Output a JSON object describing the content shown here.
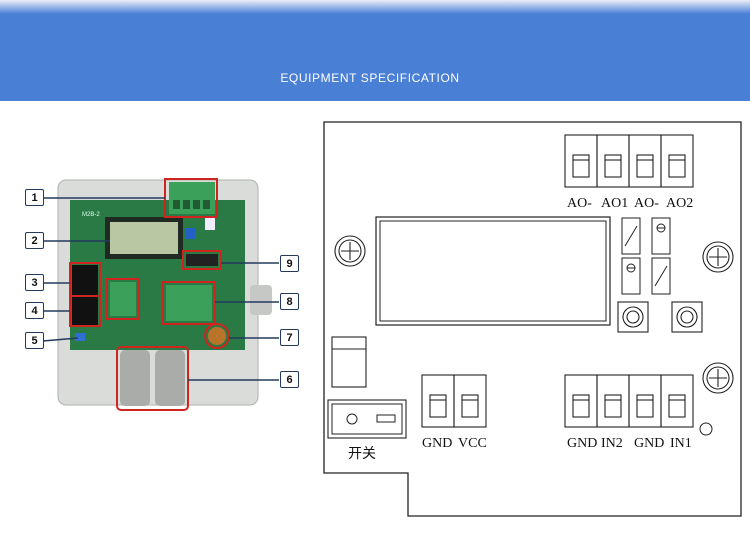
{
  "header": {
    "title": "EQUIPMENT SPECIFICATION",
    "banner_color": "#4a7fd6"
  },
  "photo": {
    "callouts": [
      "1",
      "2",
      "3",
      "4",
      "5",
      "6",
      "7",
      "8",
      "9"
    ],
    "board_marking": "M2B-2"
  },
  "diagram": {
    "top_terminals": [
      "AO-",
      "AO1",
      "AO-",
      "AO2"
    ],
    "power_terminals": [
      "GND",
      "VCC"
    ],
    "input_terminals": [
      "GND",
      "IN2",
      "GND",
      "IN1"
    ],
    "switch_label": "开关"
  }
}
